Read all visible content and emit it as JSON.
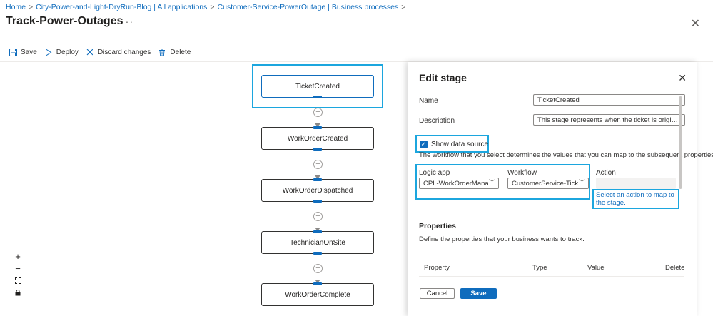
{
  "breadcrumb": [
    {
      "label": "Home"
    },
    {
      "label": "City-Power-and-Light-DryRun-Blog | All applications"
    },
    {
      "label": "Customer-Service-PowerOutage | Business processes"
    }
  ],
  "page_title": "Track-Power-Outages",
  "title_more": "···",
  "close_glyph": "✕",
  "toolbar": {
    "save_label": "Save",
    "deploy_label": "Deploy",
    "discard_label": "Discard changes",
    "delete_label": "Delete"
  },
  "stages": [
    {
      "label": "TicketCreated",
      "selected": true
    },
    {
      "label": "WorkOrderCreated"
    },
    {
      "label": "WorkOrderDispatched"
    },
    {
      "label": "TechnicianOnSite"
    },
    {
      "label": "WorkOrderComplete"
    }
  ],
  "zoom": {
    "in": "+",
    "out": "−",
    "fit": "⛶",
    "lock": "🔒"
  },
  "panel": {
    "title": "Edit stage",
    "name_label": "Name",
    "name_value": "TicketCreated",
    "description_label": "Description",
    "description_value": "This stage represents when the ticket is originally cre...",
    "show_data_source_label": "Show data source",
    "workflow_hint": "The workflow that you select determines the values that you can map to the subsequent properties.",
    "logic_app_label": "Logic app",
    "logic_app_value": "CPL-WorkOrderMana...",
    "workflow_label": "Workflow",
    "workflow_value": "CustomerService-Tick...",
    "action_label": "Action",
    "action_link": "Select an action to map to the stage.",
    "properties_title": "Properties",
    "properties_desc": "Define the properties that your business wants to track.",
    "table_headers": {
      "property": "Property",
      "type": "Type",
      "value": "Value",
      "delete": "Delete"
    },
    "cancel_label": "Cancel",
    "save_label": "Save"
  },
  "colors": {
    "accent": "#0f6cbd",
    "highlight": "#1ca6de"
  }
}
